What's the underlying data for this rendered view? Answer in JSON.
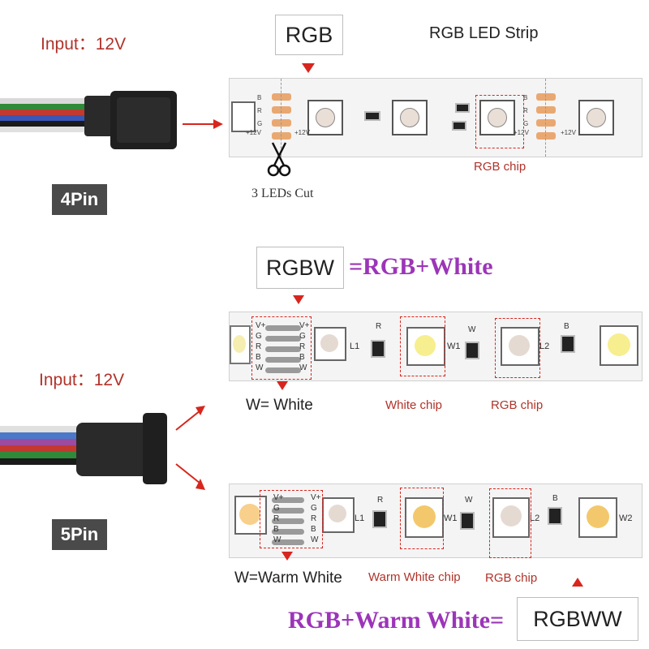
{
  "colors": {
    "accent_red": "#b0332b",
    "arrow_red": "#d7261e",
    "purple": "#9c35b8",
    "badge_bg": "#4a4a4a",
    "strip_bg": "#f4f4f4",
    "pad_copper": "#e9a871"
  },
  "section_rgb": {
    "input_label": "Input：12V",
    "pin_badge": "4Pin",
    "type_box": "RGB",
    "title": "RGB LED Strip",
    "cut_text": "3 LEDs Cut",
    "chip_label": "RGB chip",
    "pad_letters": [
      "B",
      "R",
      "G",
      "+12V"
    ],
    "pad_letters_right": [
      "B",
      "R",
      "G",
      "+12V"
    ]
  },
  "section_rgbw": {
    "type_box": "RGBW",
    "formula": "=RGB+White",
    "legend": "W= White",
    "chip_labels": [
      "White chip",
      "RGB chip"
    ],
    "pad_letters_left": [
      "V+",
      "G",
      "R",
      "B",
      "W"
    ],
    "pad_letters_right": [
      "V+",
      "G",
      "R",
      "B",
      "W"
    ],
    "silk": [
      "L1",
      "R",
      "W1",
      "W",
      "L2",
      "B"
    ]
  },
  "section_rgbww": {
    "input_label": "Input：12V",
    "pin_badge": "5Pin",
    "type_box": "RGBWW",
    "formula": "RGB+Warm White=",
    "legend": "W=Warm White",
    "chip_labels": [
      "Warm White chip",
      "RGB chip"
    ],
    "pad_letters_left": [
      "V+",
      "G",
      "R",
      "B",
      "W"
    ],
    "pad_letters_right": [
      "V+",
      "G",
      "R",
      "B",
      "W"
    ],
    "silk": [
      "L1",
      "R",
      "W1",
      "W",
      "L2",
      "B",
      "W2"
    ]
  },
  "icons": [
    "scissors-icon",
    "arrow-down-icon",
    "arrow-right-icon",
    "arrow-up-icon",
    "connector-4pin",
    "connector-5pin"
  ]
}
